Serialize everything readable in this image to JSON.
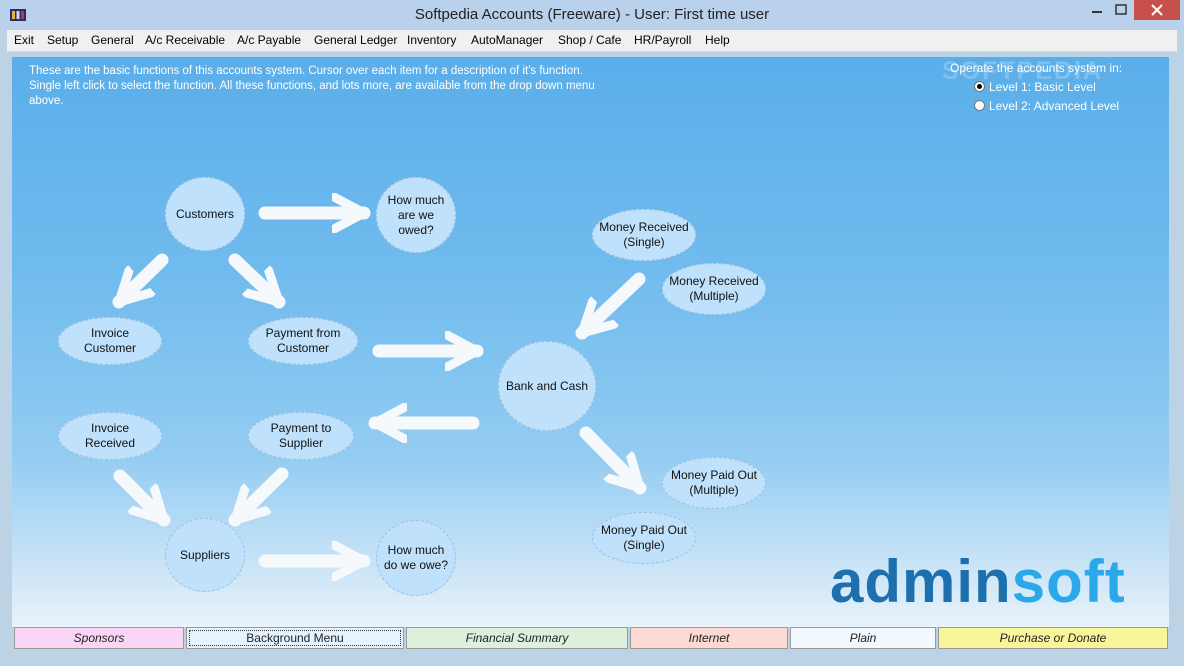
{
  "window": {
    "title": "Softpedia Accounts (Freeware)  -  User: First time user"
  },
  "menu": [
    "Exit",
    "Setup",
    "General",
    "A/c Receivable",
    "A/c Payable",
    "General Ledger",
    "Inventory",
    "AutoManager",
    "Shop / Cafe",
    "HR/Payroll",
    "Help"
  ],
  "intro": "These are the basic functions of this accounts system.  Cursor over each item for a description of it's function.  Single left click to select the function. All these functions, and lots more, are available from the drop down menu above.",
  "levels": {
    "heading": "Operate the accounts system in:",
    "options": [
      {
        "label": "Level 1: Basic Level",
        "selected": true
      },
      {
        "label": "Level 2: Advanced Level",
        "selected": false
      }
    ]
  },
  "watermark": "SOFTPEDIA",
  "nodes": {
    "customers": "Customers",
    "how_much_owed": "How much are we owed?",
    "invoice_customer": "Invoice Customer",
    "payment_from_customer": "Payment from Customer",
    "bank_and_cash": "Bank and Cash",
    "money_received_single": "Money Received (Single)",
    "money_received_multiple": "Money Received (Multiple)",
    "invoice_received": "Invoice Received",
    "payment_to_supplier": "Payment to Supplier",
    "suppliers": "Suppliers",
    "how_much_owe": "How much do we owe?",
    "money_paid_out_multiple": "Money Paid Out (Multiple)",
    "money_paid_out_single": "Money Paid Out (Single)"
  },
  "logo": {
    "part1": "admin",
    "part2": "soft"
  },
  "bottom_buttons": [
    "Sponsors",
    "Background Menu",
    "Financial Summary",
    "Internet",
    "Plain",
    "Purchase or Donate"
  ],
  "colors": {
    "sponsors": "#fbd5f5",
    "background_menu": "#e4f3fd",
    "financial_summary": "#dcf0dc",
    "internet": "#fcd9d2",
    "plain": "#f1f9fe",
    "purchase": "#f8f59a"
  }
}
